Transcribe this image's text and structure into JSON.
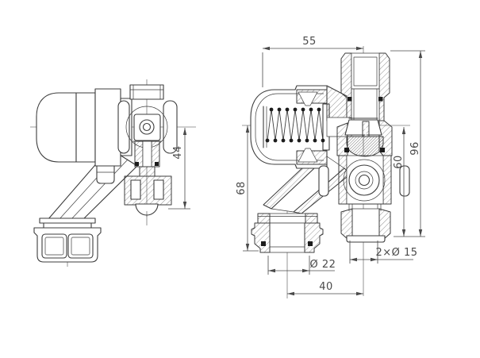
{
  "drawing": {
    "type": "technical-orthographic-drawing",
    "views": [
      "side-view",
      "sectional-view"
    ],
    "colors": {
      "line": "#3c3c3c",
      "dimension": "#4a4a4a",
      "background": "#ffffff"
    },
    "dims": {
      "d55": "55",
      "d44": "44",
      "d96": "96",
      "d60": "60",
      "d68": "68",
      "dia22": "Ø 22",
      "dia15x2": "2×Ø 15",
      "d40": "40"
    }
  }
}
